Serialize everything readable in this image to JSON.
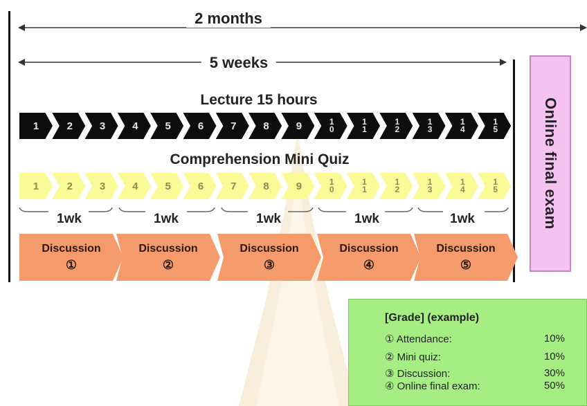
{
  "timeline": {
    "two_months_label": "2 months",
    "five_weeks_label": "5 weeks"
  },
  "lecture": {
    "title": "Lecture 15 hours",
    "items": [
      "1",
      "2",
      "3",
      "4",
      "5",
      "6",
      "7",
      "8",
      "9",
      "10",
      "11",
      "12",
      "13",
      "14",
      "15"
    ]
  },
  "quiz": {
    "title": "Comprehension Mini Quiz",
    "items": [
      "1",
      "2",
      "3",
      "4",
      "5",
      "6",
      "7",
      "8",
      "9",
      "10",
      "11",
      "12",
      "13",
      "14",
      "15"
    ]
  },
  "weeks": [
    "1wk",
    "1wk",
    "1wk",
    "1wk",
    "1wk"
  ],
  "discussions": [
    {
      "label": "Discussion",
      "num": "①"
    },
    {
      "label": "Discussion",
      "num": "②"
    },
    {
      "label": "Discussion",
      "num": "③"
    },
    {
      "label": "Discussion",
      "num": "④"
    },
    {
      "label": "Discussion",
      "num": "⑤"
    }
  ],
  "exam": {
    "label": "Online final exam"
  },
  "grade": {
    "title": "[Grade] (example)",
    "rows": [
      {
        "label": "① Attendance:",
        "value": "10%"
      },
      {
        "label": "② Mini quiz:",
        "value": "10%"
      },
      {
        "label": "③ Discussion:",
        "value": "30%"
      },
      {
        "label": "④ Online final exam:",
        "value": "50%"
      }
    ]
  },
  "colors": {
    "lecture": "#0d0d0d",
    "quiz": "#fafa96",
    "discussion": "#f59a6a",
    "exam": "#f5c2f2",
    "grade": "#a6ee84"
  }
}
